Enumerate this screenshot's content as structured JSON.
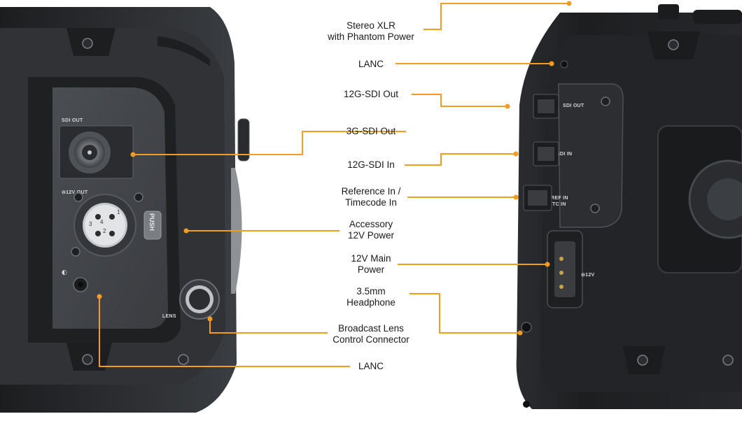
{
  "callouts": {
    "stereo_xlr": {
      "line1": "Stereo XLR",
      "line2": "with Phantom Power"
    },
    "lanc_right": {
      "line1": "LANC"
    },
    "sdi12g_out": {
      "line1": "12G-SDI Out"
    },
    "sdi3g_out": {
      "line1": "3G-SDI Out"
    },
    "sdi12g_in": {
      "line1": "12G-SDI In"
    },
    "reference_in": {
      "line1": "Reference In /",
      "line2": "Timecode In"
    },
    "accessory_power": {
      "line1": "Accessory",
      "line2": "12V Power"
    },
    "main_power": {
      "line1": "12V Main",
      "line2": "Power"
    },
    "headphone": {
      "line1": "3.5mm",
      "line2": "Headphone"
    },
    "broadcast_lens": {
      "line1": "Broadcast Lens",
      "line2": "Control Connector"
    },
    "lanc_left": {
      "line1": "LANC"
    }
  },
  "camera_labels": {
    "left": {
      "sdi_out": "SDI OUT",
      "power_out": "⊖12V OUT",
      "lens": "LENS",
      "push": "PUSH",
      "pins": [
        "1",
        "2",
        "3",
        "4"
      ]
    },
    "right": {
      "sdi_out": "SDI OUT",
      "sdi_in": "SDI IN",
      "ref_in": "REF IN",
      "tc_in": "TC IN",
      "power_in": "⊖12V"
    }
  },
  "colors": {
    "leader_line": "#f39c1e",
    "camera_body": "#2b2d30",
    "camera_panel": "#45484c",
    "label_text": "#1a1a1a"
  }
}
